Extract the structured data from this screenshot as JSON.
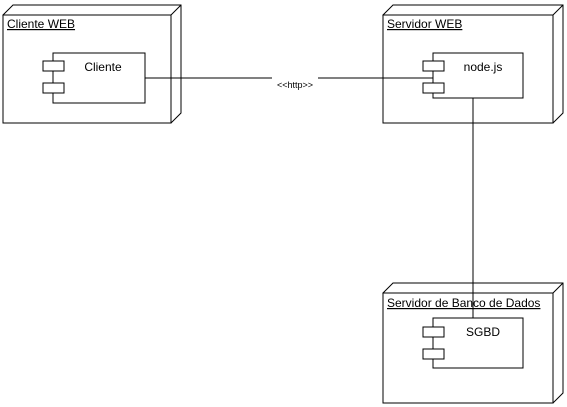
{
  "diagram": {
    "nodes": [
      {
        "id": "cliente-web",
        "title": "Cliente WEB",
        "component": "Cliente"
      },
      {
        "id": "servidor-web",
        "title": "Servidor WEB",
        "component": "node.js"
      },
      {
        "id": "servidor-bd",
        "title": "Servidor de Banco de Dados",
        "component": "SGBD"
      }
    ],
    "connections": [
      {
        "from": "Cliente",
        "to": "node.js",
        "label": "<<http>>"
      },
      {
        "from": "node.js",
        "to": "SGBD",
        "label": ""
      }
    ]
  }
}
